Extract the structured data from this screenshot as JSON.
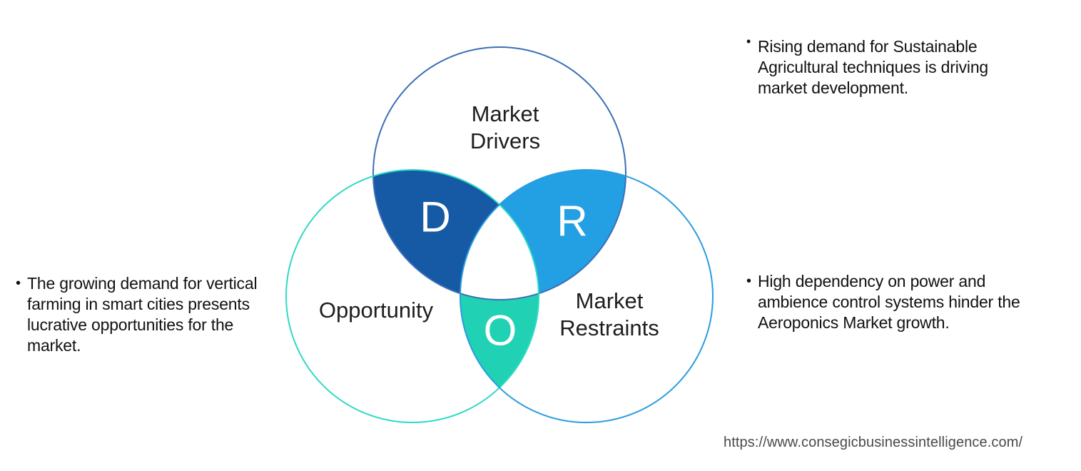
{
  "venn": {
    "drivers": {
      "label": "Market\nDrivers",
      "letter": "D"
    },
    "opportunity": {
      "label": "Opportunity",
      "letter": "O"
    },
    "restraints": {
      "label": "Market\nRestraints",
      "letter": "R"
    }
  },
  "notes": {
    "driver": {
      "bullet": "•",
      "text": "Rising demand for Sustainable\nAgricultural techniques is driving\nmarket development."
    },
    "opportunity": {
      "bullet": "•",
      "text": "The growing demand for vertical\nfarming in smart cities presents\nlucrative opportunities for the\nmarket."
    },
    "restraint": {
      "bullet": "•",
      "text": "High dependency on power and\nambience control systems hinder the\nAeroponics Market growth."
    }
  },
  "footer": {
    "url": "https://www.consegicbusinessintelligence.com/"
  },
  "colors": {
    "drivers_fill": "#1659a4",
    "restraints_fill": "#239fe4",
    "opportunity_fill": "#20d2b3",
    "center_fill": "#ffffff",
    "drivers_stroke": "#3b6fb6",
    "opportunity_stroke": "#2edac4",
    "restraints_stroke": "#2a9cdf"
  }
}
